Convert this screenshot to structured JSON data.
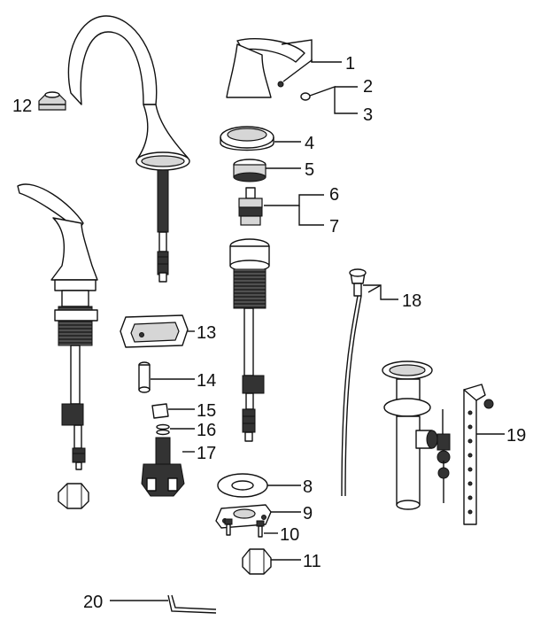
{
  "callouts": {
    "n1": "1",
    "n2": "2",
    "n3": "3",
    "n4": "4",
    "n5": "5",
    "n6": "6",
    "n7": "7",
    "n8": "8",
    "n9": "9",
    "n10": "10",
    "n11": "11",
    "n12": "12",
    "n13": "13",
    "n14": "14",
    "n15": "15",
    "n16": "16",
    "n17": "17",
    "n18": "18",
    "n19": "19",
    "n20": "20"
  }
}
